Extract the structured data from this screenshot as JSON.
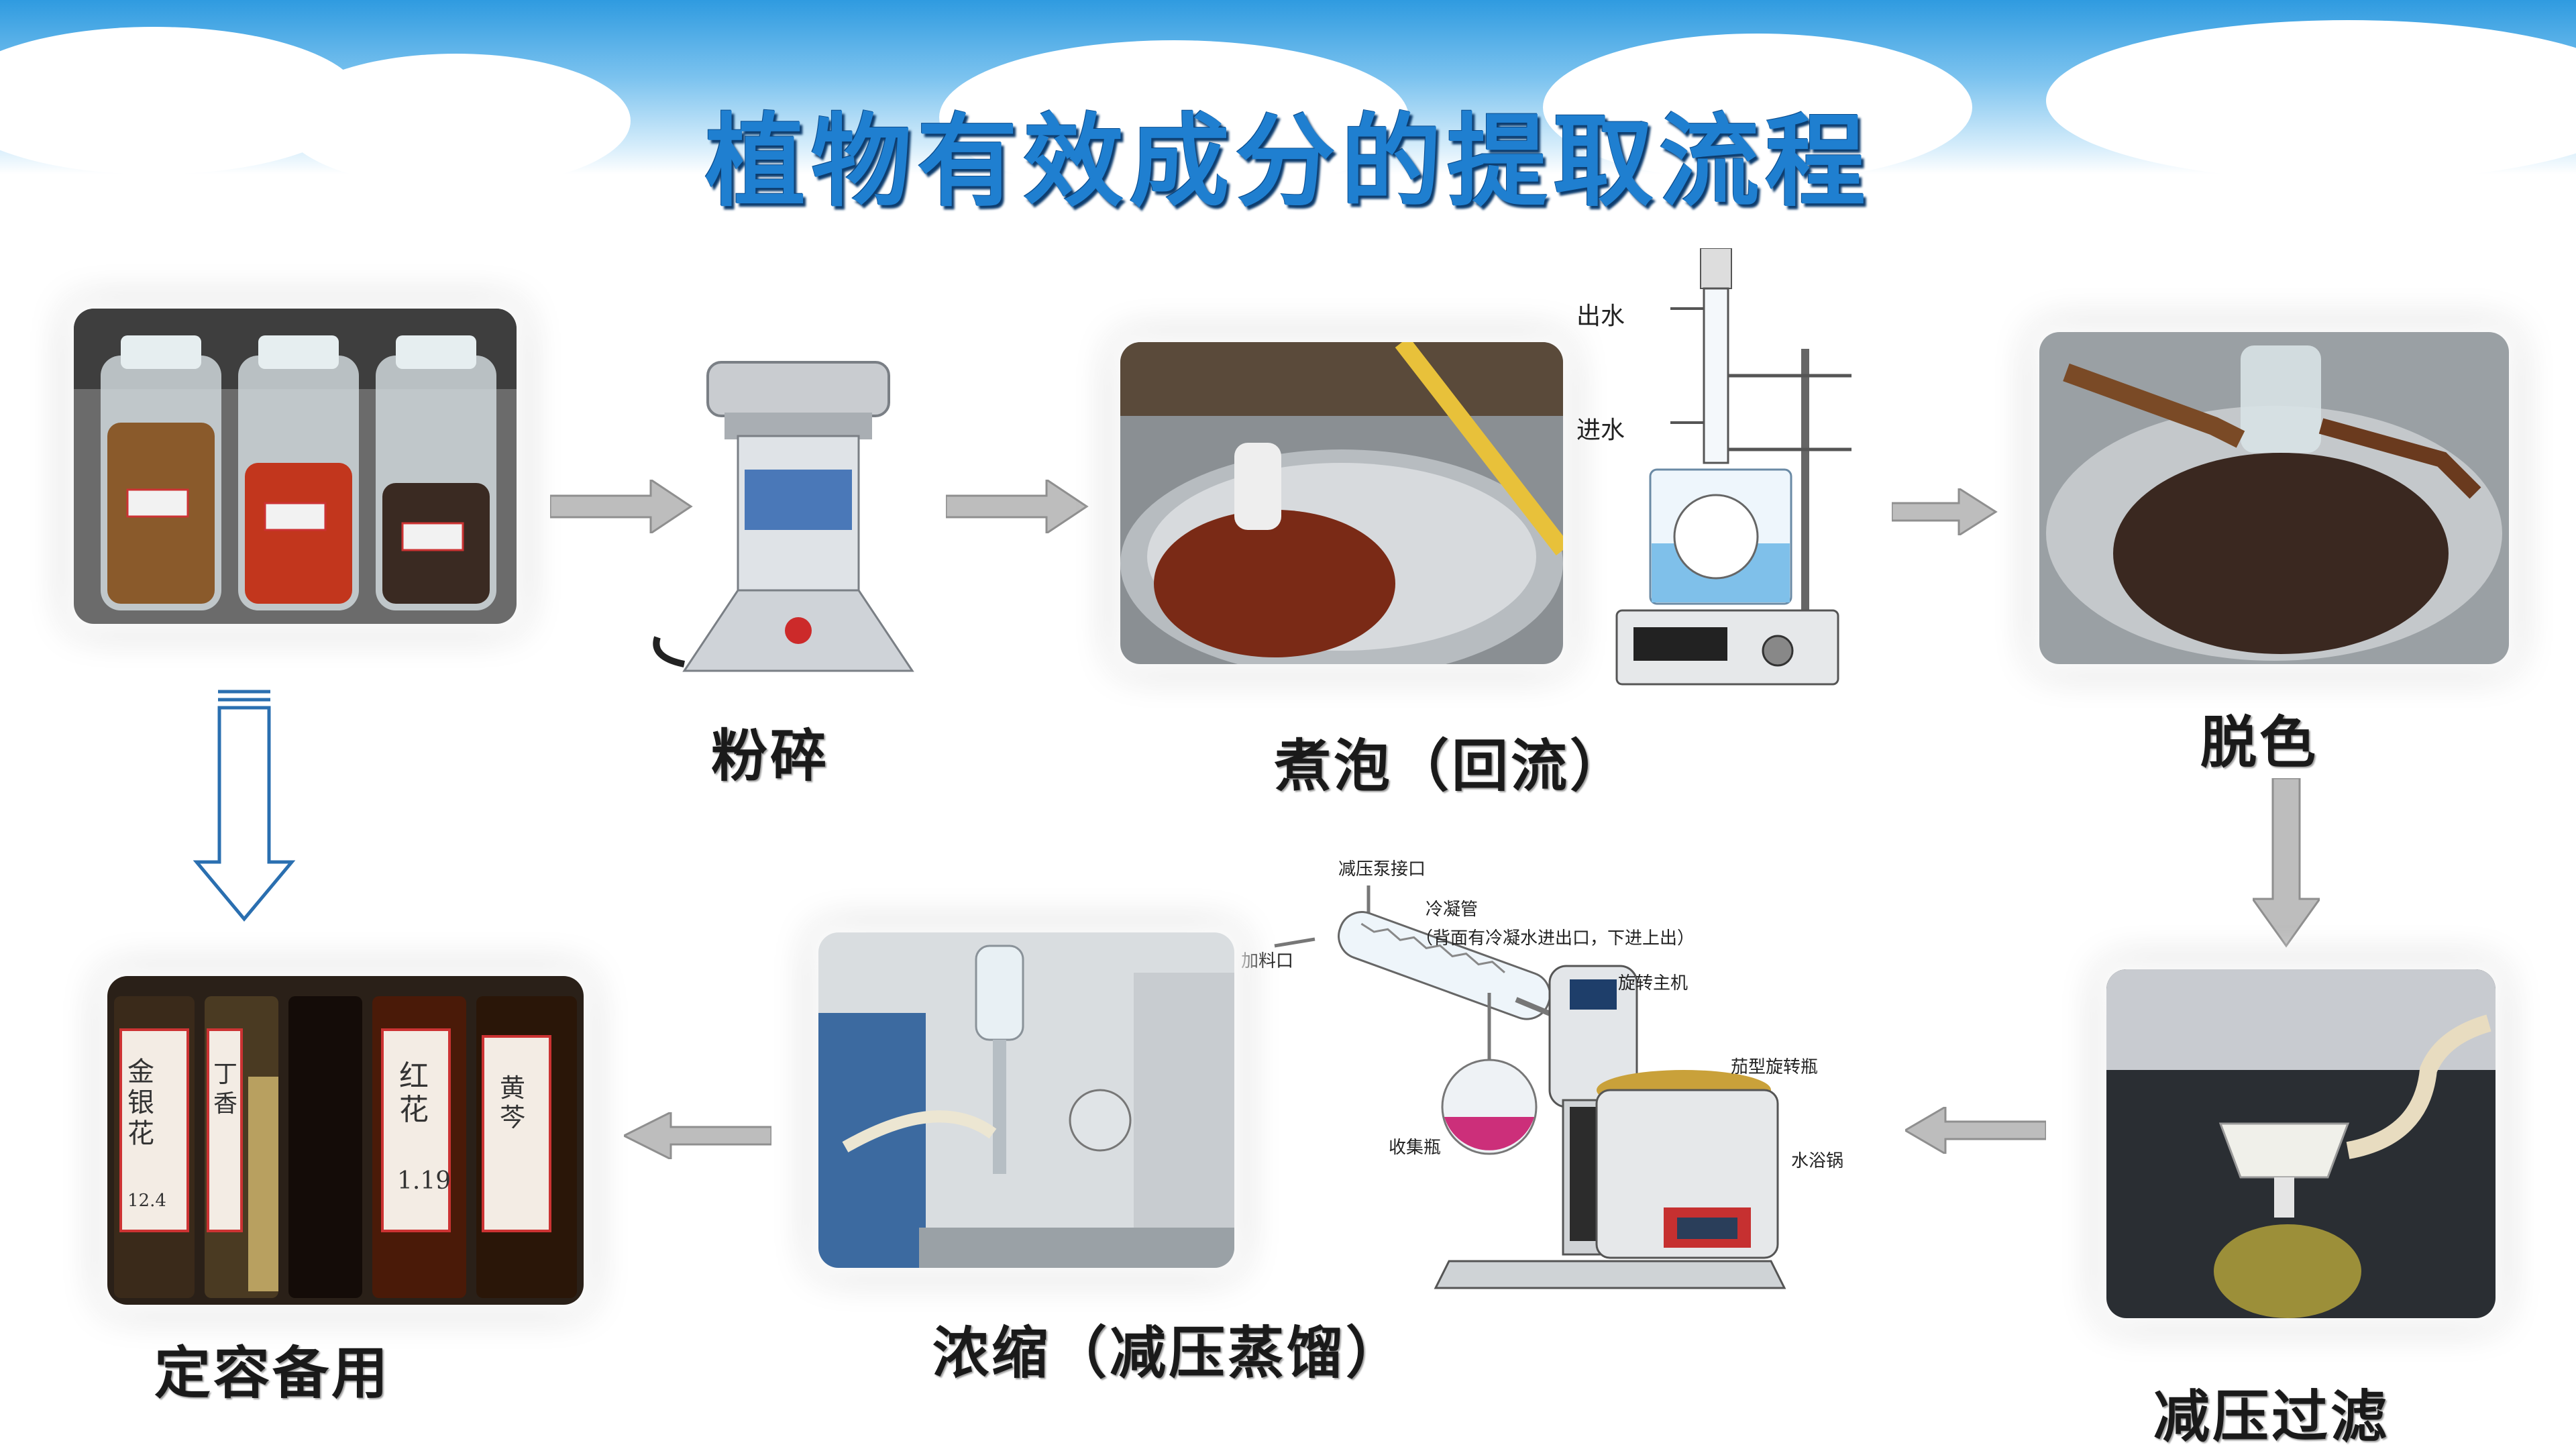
{
  "title": "植物有效成分的提取流程",
  "steps": {
    "crush": "粉碎",
    "reflux": "煮泡（回流）",
    "decolor": "脱色",
    "filter": "减压过滤",
    "concentrate": "浓缩（减压蒸馏）",
    "store": "定容备用"
  },
  "reflux_apparatus": {
    "water_out": "出水",
    "water_in": "进水"
  },
  "rotary_evaporator": {
    "vacuum_port": "减压泵接口",
    "condenser": "冷凝管",
    "condenser_note": "（背面有冷凝水进出口，下进上出）",
    "feed_port": "加料口",
    "rotation_unit": "旋转主机",
    "flask": "茄型旋转瓶",
    "collection_flask": "收集瓶",
    "water_bath": "水浴锅"
  },
  "jar_labels": [
    "金银花",
    "丁香",
    "红花",
    "黄芩"
  ],
  "jar_numbers": [
    "12.4",
    "1.19"
  ],
  "colors": {
    "title": "#1f7fd0",
    "arrow_gray": "#bdbdbd",
    "arrow_blue": "#2a6fb0"
  }
}
